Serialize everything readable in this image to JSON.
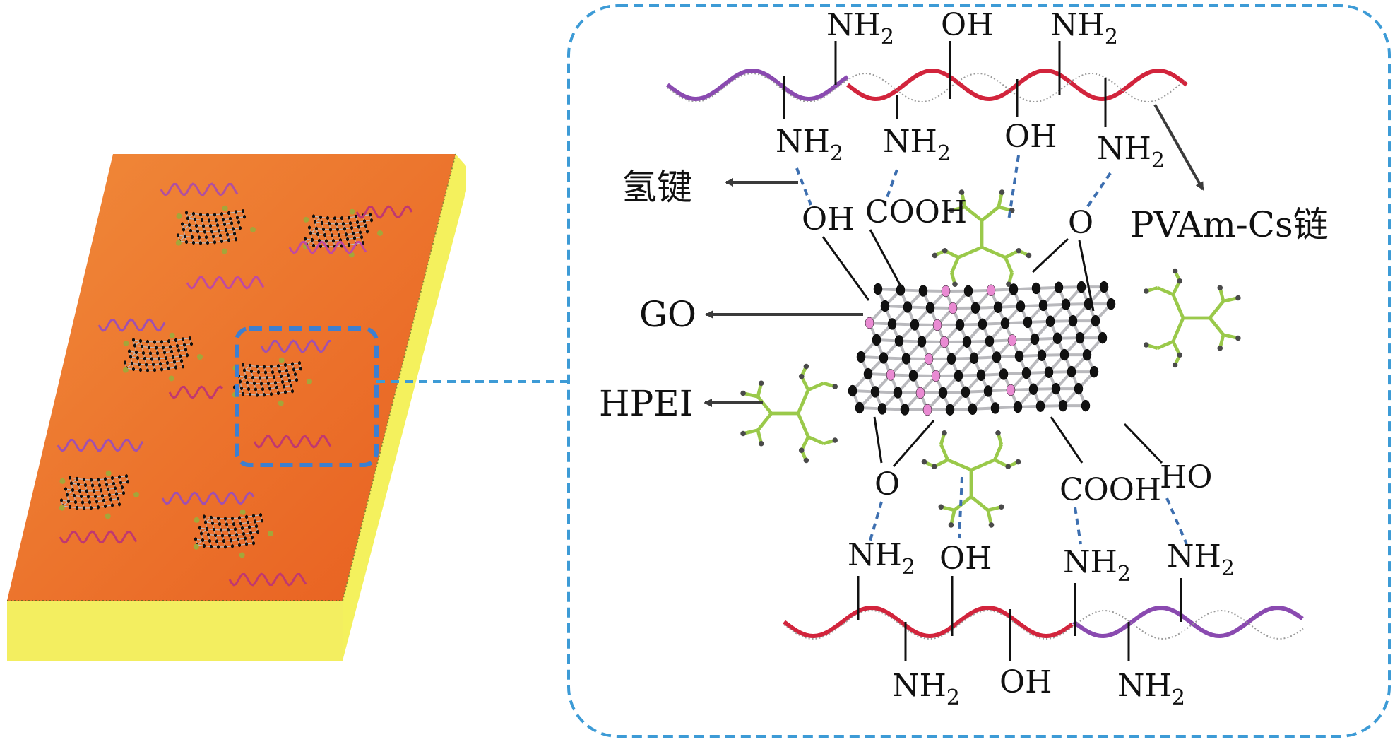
{
  "colors": {
    "membrane_top": "#f07a2e",
    "membrane_side": "#f4f15d",
    "membrane_front": "#f3ee60",
    "inset_border": "#3d9bd6",
    "hbond_line": "#3d6fb0",
    "chain_red": "#d2243c",
    "chain_purple": "#8a4ab0",
    "hpei_green": "#9ac94a",
    "go_ring": "#111111",
    "go_bond": "#b9b9bd",
    "oxygen_pink": "#e98ad2",
    "arrow": "#3b3b3b"
  },
  "labels": {
    "hydrogen_bond": "氢键",
    "pvam_cs_chain": "PVAm-Cs链",
    "go": "GO",
    "hpei": "HPEI"
  },
  "top_chain": {
    "above": [
      {
        "main": "NH",
        "sub": "2"
      },
      {
        "main": "OH",
        "sub": ""
      },
      {
        "main": "NH",
        "sub": "2"
      }
    ],
    "below": [
      {
        "main": "NH",
        "sub": "2"
      },
      {
        "main": "NH",
        "sub": "2"
      },
      {
        "main": "OH",
        "sub": ""
      },
      {
        "main": "NH",
        "sub": "2"
      }
    ]
  },
  "go_groups_top": [
    "OH",
    "COOH",
    "O"
  ],
  "go_groups_bottom": [
    "O",
    "COOH",
    "HO"
  ],
  "bottom_chain": {
    "above": [
      {
        "main": "NH",
        "sub": "2"
      },
      {
        "main": "OH",
        "sub": ""
      },
      {
        "main": "NH",
        "sub": "2"
      },
      {
        "main": "NH",
        "sub": "2"
      }
    ],
    "below": [
      {
        "main": "NH",
        "sub": "2"
      },
      {
        "main": "OH",
        "sub": ""
      },
      {
        "main": "NH",
        "sub": "2"
      }
    ]
  }
}
